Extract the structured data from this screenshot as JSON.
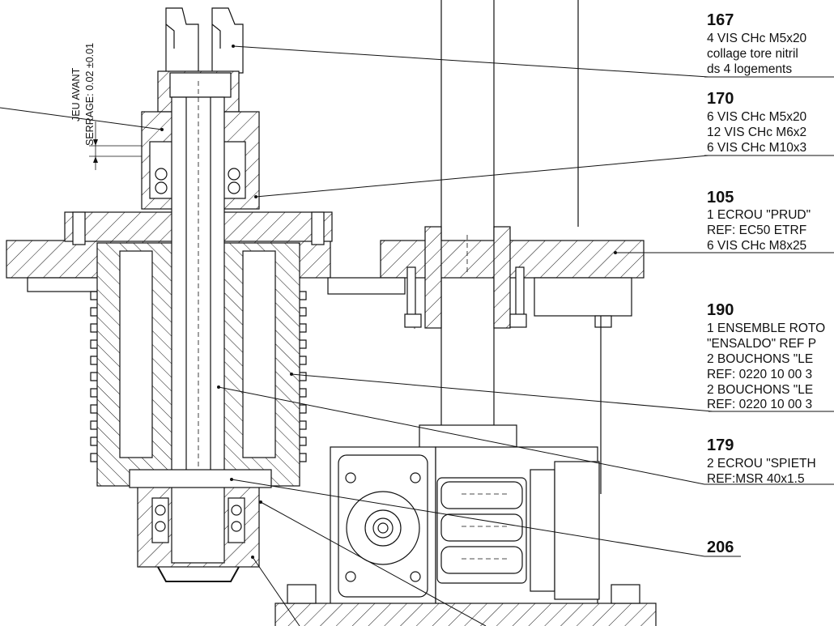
{
  "dimension_notes": {
    "jeu_avant": "JEU AVANT",
    "serrage": "SERRAGE: 0.02 ±0.01"
  },
  "callouts": [
    {
      "number": "167",
      "lines": [
        "4 VIS CHc M5x20",
        "collage tore nitril",
        "ds 4 logements"
      ]
    },
    {
      "number": "170",
      "lines": [
        "6 VIS CHc M5x20",
        "12 VIS CHc M6x2",
        "6 VIS CHc M10x3"
      ]
    },
    {
      "number": "105",
      "lines": [
        "1 ECROU \"PRUD\"",
        "REF: EC50 ETRF",
        "6 VIS CHc M8x25"
      ]
    },
    {
      "number": "190",
      "lines": [
        "1 ENSEMBLE ROTO",
        "\"ENSALDO\" REF P",
        "2 BOUCHONS \"LE",
        "REF: 0220 10 00 3",
        "2 BOUCHONS \"LE",
        "REF: 0220 10 00 3"
      ]
    },
    {
      "number": "179",
      "lines": [
        "2 ECROU \"SPIETH",
        "REF:MSR 40x1.5"
      ]
    },
    {
      "number": "206",
      "lines": []
    }
  ]
}
